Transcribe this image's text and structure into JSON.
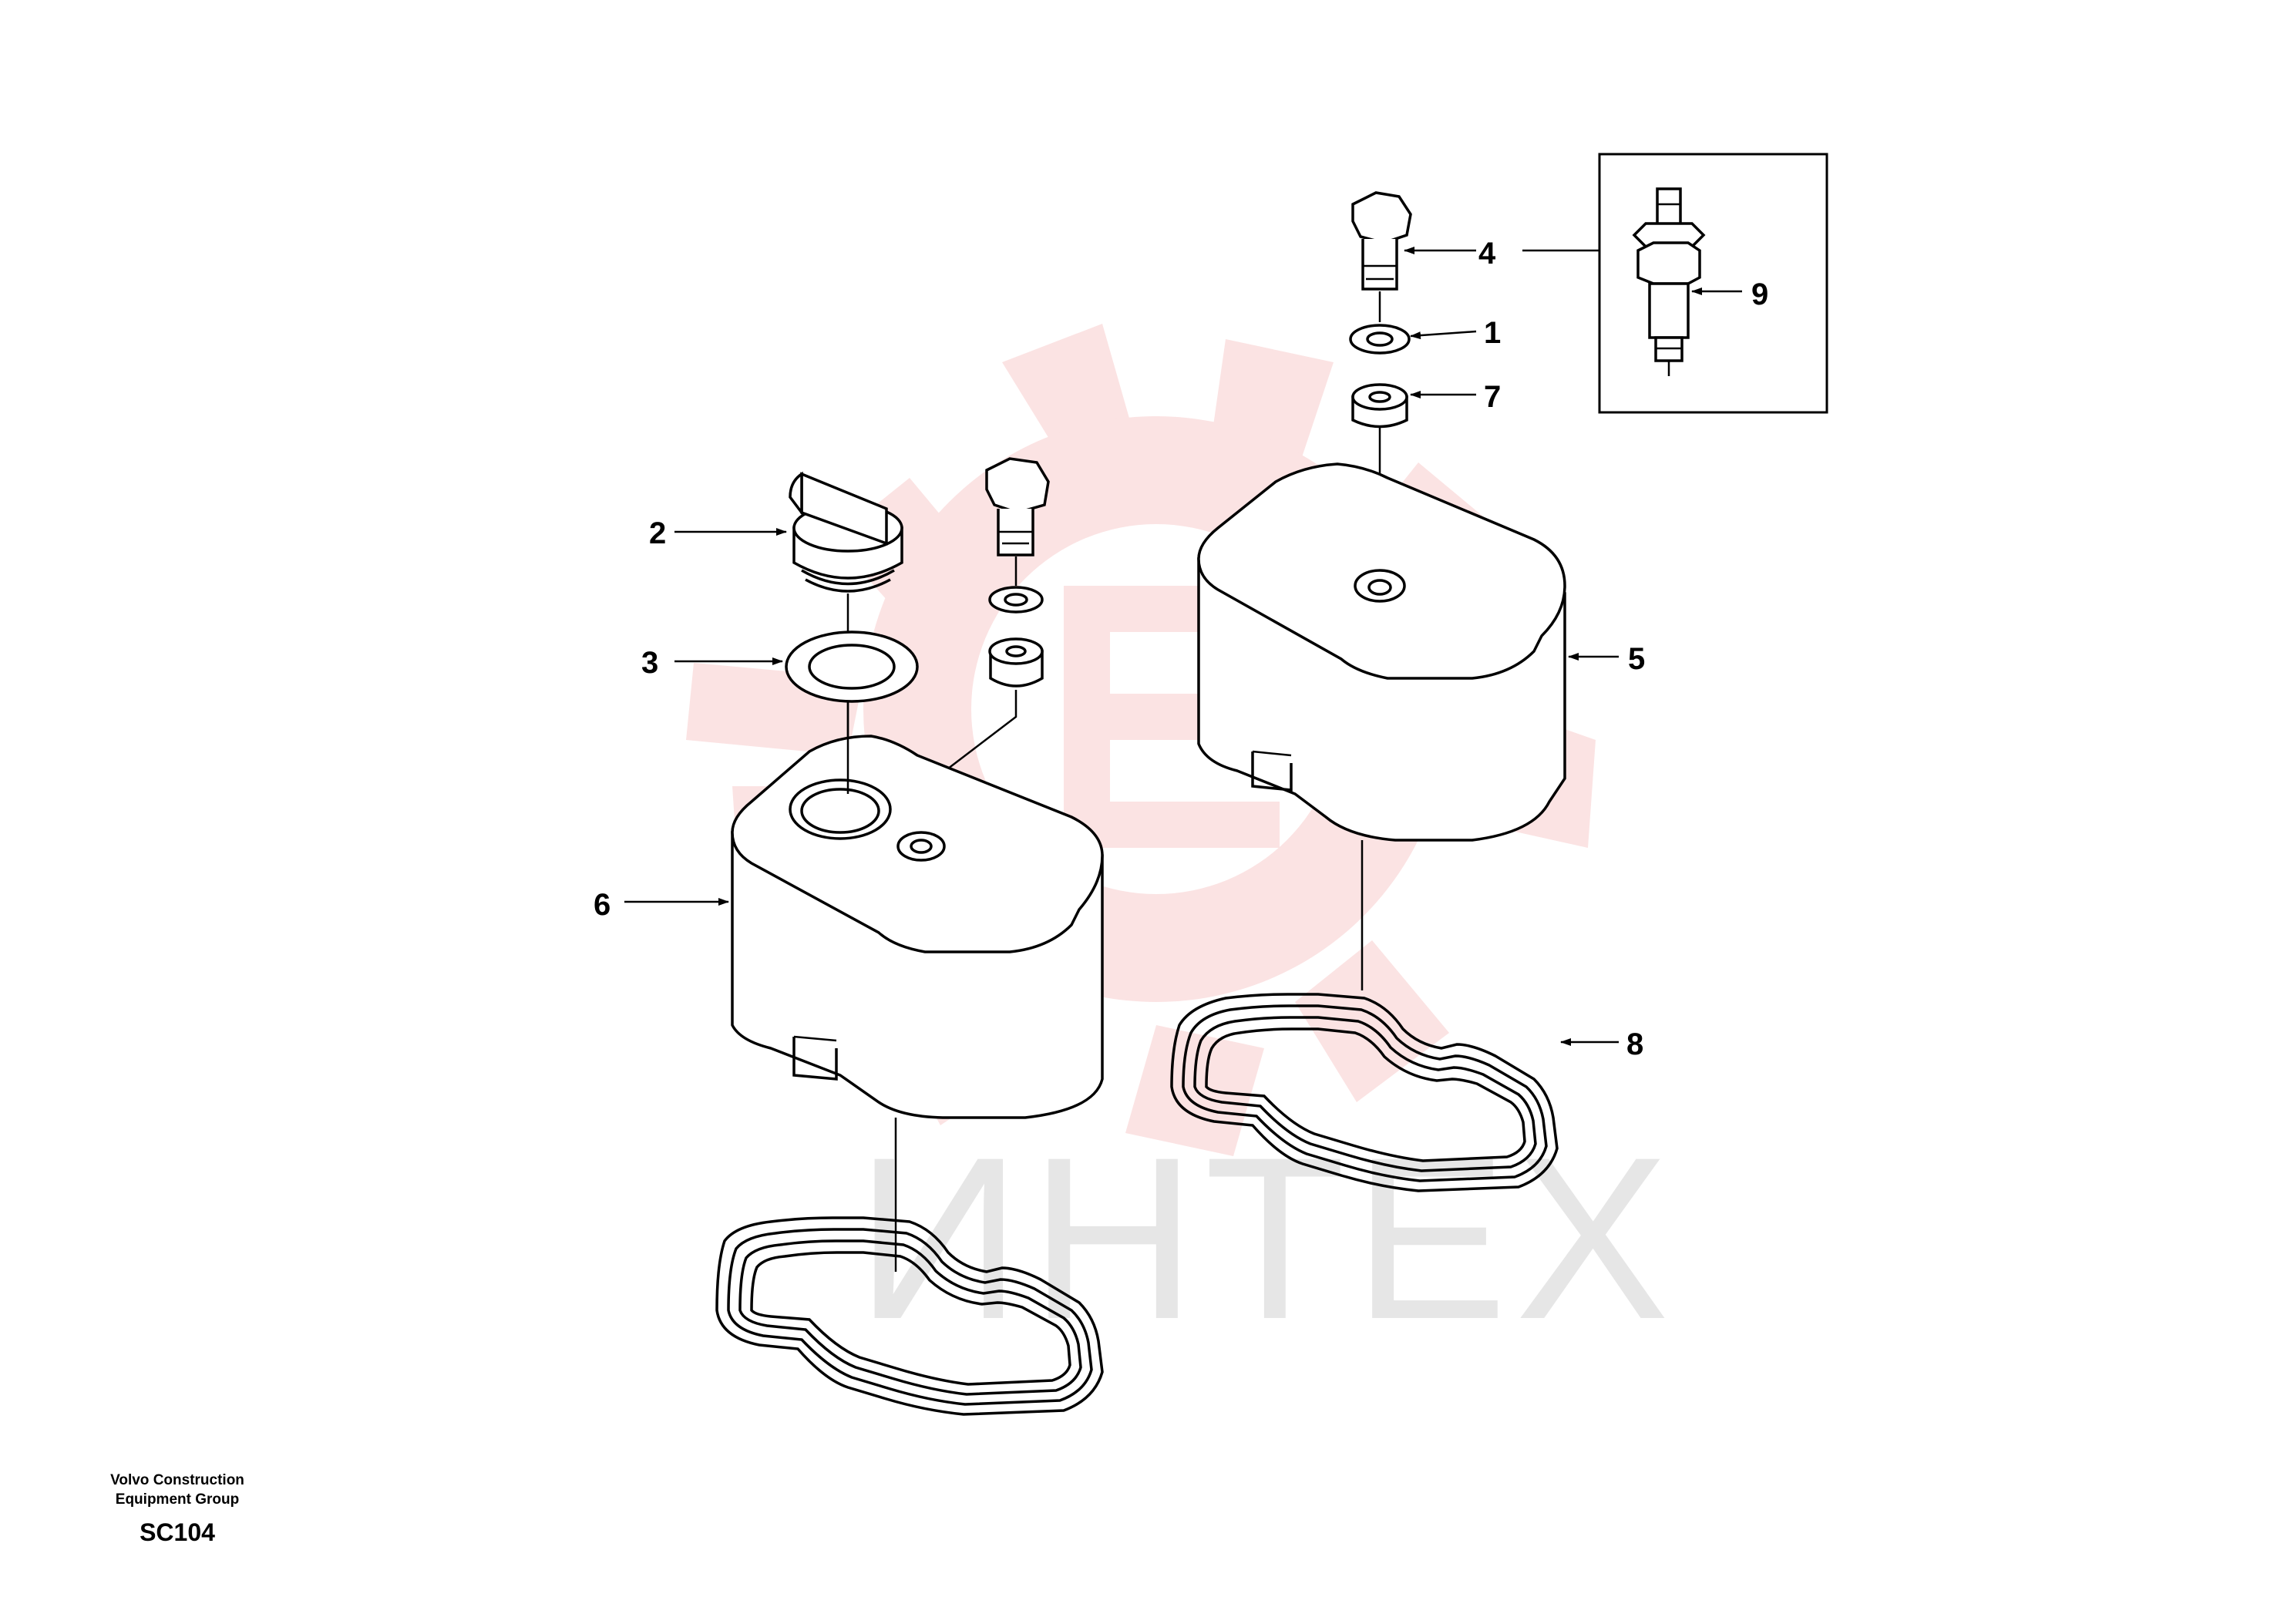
{
  "watermark": {
    "text": "ИНТЕХ"
  },
  "callouts": [
    {
      "id": "1",
      "label": "1"
    },
    {
      "id": "2",
      "label": "2"
    },
    {
      "id": "3",
      "label": "3"
    },
    {
      "id": "4",
      "label": "4"
    },
    {
      "id": "5",
      "label": "5"
    },
    {
      "id": "6",
      "label": "6"
    },
    {
      "id": "7",
      "label": "7"
    },
    {
      "id": "8",
      "label": "8"
    },
    {
      "id": "9",
      "label": "9"
    }
  ],
  "footer": {
    "company_line1": "Volvo Construction",
    "company_line2": "Equipment Group",
    "code": "SC104"
  },
  "colors": {
    "watermark_logo": "#fbe3e3",
    "watermark_text": "#e6e6e6",
    "lines": "#000000"
  }
}
